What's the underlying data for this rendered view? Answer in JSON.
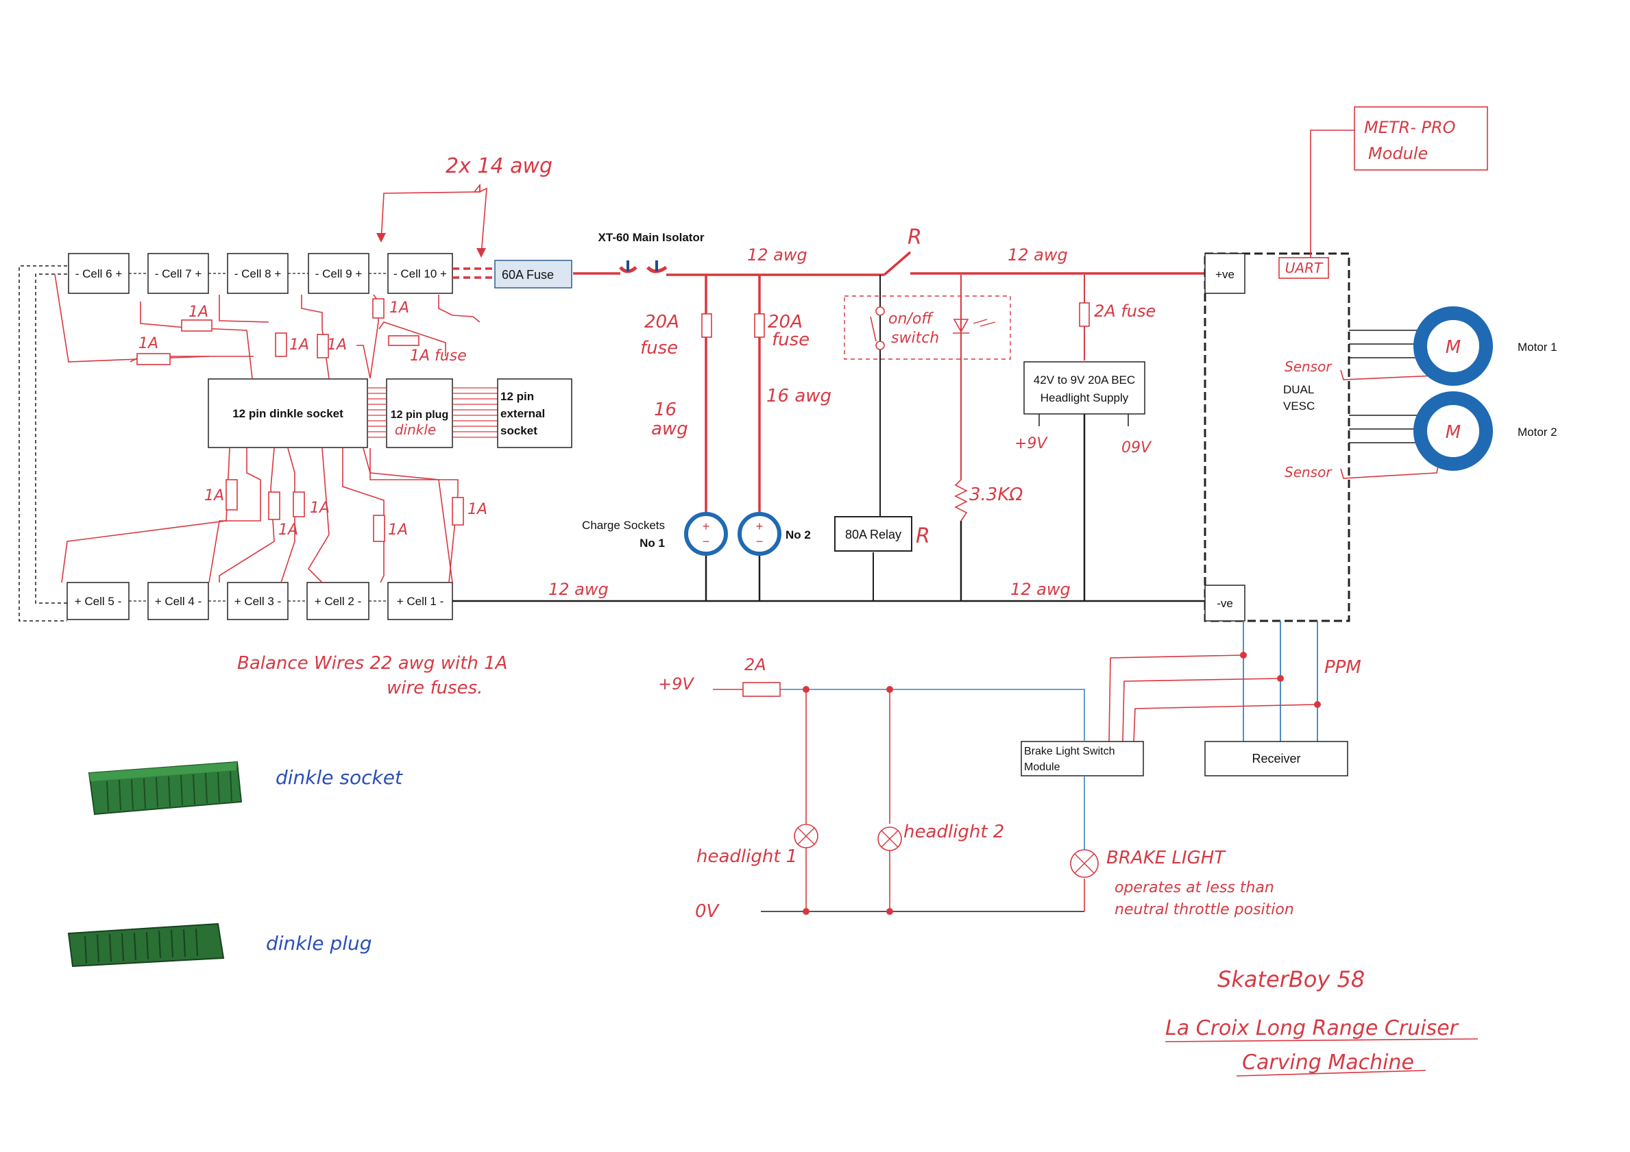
{
  "cells_top": [
    "- Cell 6 +",
    "- Cell 7 +",
    "- Cell 8 +",
    "- Cell 9 +",
    "- Cell 10 +"
  ],
  "cells_bottom": [
    "+ Cell 5 -",
    "+ Cell 4 -",
    "+ Cell 3 -",
    "+ Cell 2 -",
    "+ Cell 1 -"
  ],
  "boxes": {
    "fuse60": "60A Fuse",
    "isolator": "XT-60 Main Isolator",
    "dinkle_socket": "12 pin dinkle  socket",
    "plug_line1": "12 pin plug",
    "plug_line2": "dinkle",
    "ext_line1": "12 pin",
    "ext_line2": "external",
    "ext_line3": "socket",
    "relay": "80A Relay",
    "bec_line1": "42V to 9V 20A BEC",
    "bec_line2": "Headlight Supply",
    "vesc_pos": "+ve",
    "vesc_neg": "-ve",
    "vesc_uart": "UART",
    "vesc_line1": "DUAL",
    "vesc_line2": "VESC",
    "metr_line1": "METR- PRO",
    "metr_line2": "Module",
    "brake_line1": "Brake Light Switch",
    "brake_line2": "Module",
    "receiver": "Receiver",
    "charge_line1": "Charge Sockets",
    "charge_line2": "No 1",
    "charge_no2": "No 2",
    "motor1": "Motor 1",
    "motor2": "Motor 2",
    "motor_symbol": "M"
  },
  "annotations": {
    "awg_2x14": "2x 14 awg",
    "awg12_a": "12 awg",
    "awg12_b": "12 awg",
    "awg12_c": "12 awg",
    "awg12_d": "12 awg",
    "fuse20_a_1": "20A",
    "fuse20_a_2": "fuse",
    "fuse20_b_1": "20A",
    "fuse20_b_2": "fuse",
    "awg16_a_1": "16",
    "awg16_a_2": "awg",
    "awg16_b": "16 awg",
    "relay_r": "R",
    "relay_r2": "R",
    "onoff_1": "on/off",
    "onoff_2": "switch",
    "fuse2a": "2A fuse",
    "plus9v": "+9V",
    "zero9v": "09V",
    "resistor": "3.3KΩ",
    "sensor1": "Sensor",
    "sensor2": "Sensor",
    "ppm": "PPM",
    "bal_1a": "1A",
    "bal_1a_fuse": "1A fuse",
    "balance_1": "Balance Wires  22 awg  with  1A",
    "balance_2": "wire  fuses.",
    "plus9v_lower": "+9V",
    "zero_v": "0V",
    "fuse_2a_lower": "2A",
    "headlight1": "headlight 1",
    "headlight2": "headlight 2",
    "brake_light": "BRAKE LIGHT",
    "brake_note_1": "operates  at less than",
    "brake_note_2": "neutral  throttle  position",
    "dinkle_socket_label": "dinkle  socket",
    "dinkle_plug_label": "dinkle  plug",
    "sig_1": "SkaterBoy 58",
    "sig_2": "La Croix Long Range Cruiser",
    "sig_3": "Carving  Machine"
  },
  "colors": {
    "red": "#d9373f",
    "black": "#1d1d1d",
    "blue": "#3b82c4",
    "connector_green": "#2e7a3a"
  }
}
